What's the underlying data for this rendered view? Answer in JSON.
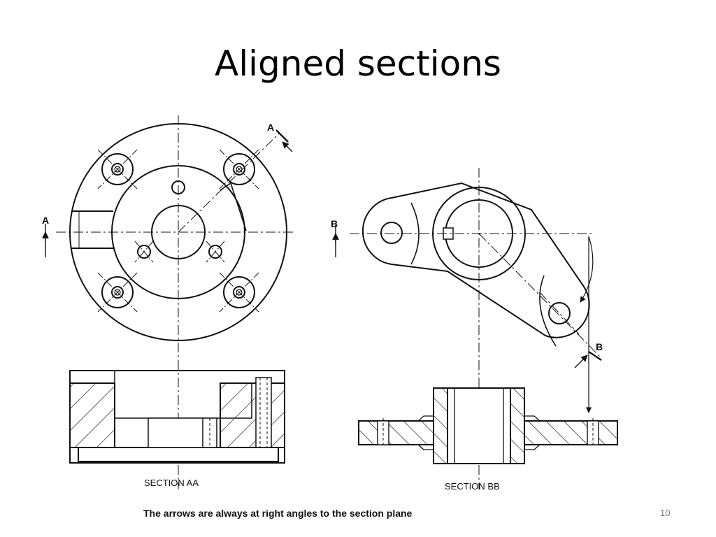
{
  "slide": {
    "title": "Aligned sections",
    "footnote": "The arrows are always at right angles to the section plane",
    "number": "10"
  },
  "figure1": {
    "plane_label_top": "A",
    "plane_label_left": "A",
    "section_caption": "SECTION AA"
  },
  "figure2": {
    "plane_label_left": "B",
    "plane_label_bottom": "B",
    "section_caption": "SECTION BB"
  }
}
